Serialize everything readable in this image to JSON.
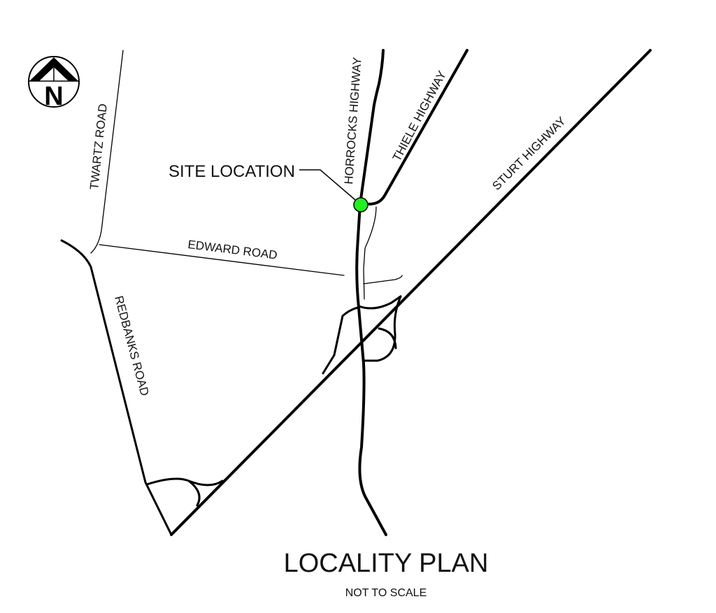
{
  "title": "LOCALITY PLAN",
  "subtitle": "NOT TO SCALE",
  "north_arrow": {
    "icon": "north-arrow-icon",
    "letter": "N"
  },
  "site_marker": {
    "label": "SITE LOCATION",
    "color": "#22ee22"
  },
  "roads": {
    "horrocks": "HORROCKS HIGHWAY",
    "thiele": "THIELE HIGHWAY",
    "sturt": "STURT HIGHWAY",
    "twartz": "TWARTZ ROAD",
    "edward": "EDWARD ROAD",
    "redbanks": "REDBANKS ROAD"
  }
}
